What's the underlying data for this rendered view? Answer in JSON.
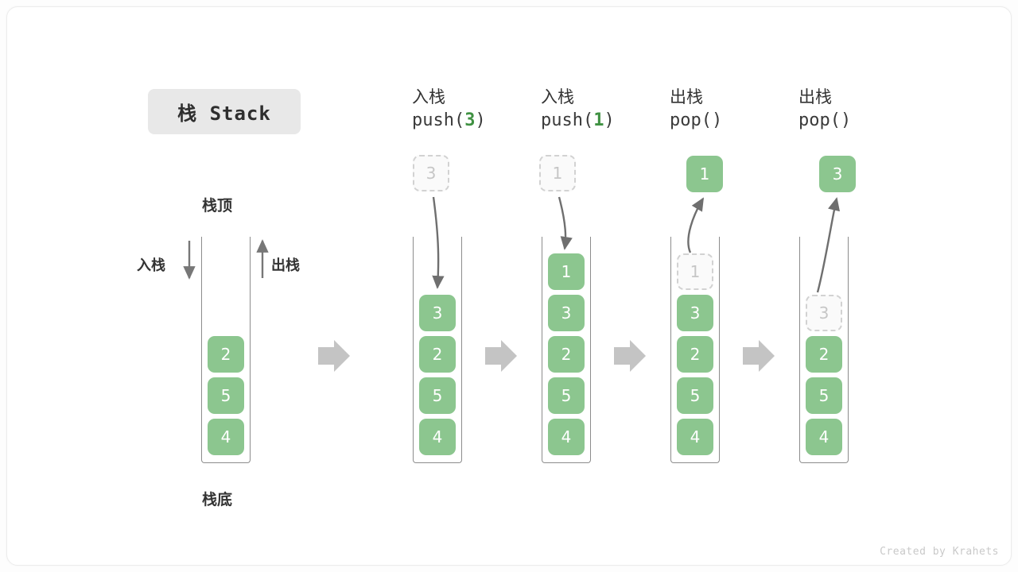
{
  "title_badge": "栈 Stack",
  "labels": {
    "top": "栈顶",
    "bottom": "栈底",
    "push_side": "入栈",
    "pop_side": "出栈"
  },
  "credit": "Created by Krahets",
  "colors": {
    "item_green": "#8cc68f",
    "accent_green": "#3f9142",
    "ghost_border": "#d2d2d2",
    "ghost_text": "#c6c6c6",
    "arrow_gray": "#6f6f6f",
    "flow_arrow_gray": "#c4c4c4",
    "wall_gray": "#8c8c8c",
    "badge_bg": "#e8e8e8"
  },
  "columns": [
    {
      "id": "initial",
      "header_zh": "",
      "header_code": "",
      "header_arg": "",
      "items": [
        "2",
        "5",
        "4"
      ],
      "ghost_index": -1,
      "float_box": null,
      "float_kind": "none"
    },
    {
      "id": "push-3",
      "header_zh": "入栈",
      "header_code_prefix": "push(",
      "header_arg": "3",
      "header_code_suffix": ")",
      "items": [
        "3",
        "2",
        "5",
        "4"
      ],
      "ghost_index": -1,
      "float_box": "3",
      "float_kind": "ghost"
    },
    {
      "id": "push-1",
      "header_zh": "入栈",
      "header_code_prefix": "push(",
      "header_arg": "1",
      "header_code_suffix": ")",
      "items": [
        "1",
        "3",
        "2",
        "5",
        "4"
      ],
      "ghost_index": -1,
      "float_box": "1",
      "float_kind": "ghost"
    },
    {
      "id": "pop-1",
      "header_zh": "出栈",
      "header_code_prefix": "pop(",
      "header_arg": "",
      "header_code_suffix": ")",
      "items": [
        "1",
        "3",
        "2",
        "5",
        "4"
      ],
      "ghost_index": 0,
      "float_box": "1",
      "float_kind": "solid"
    },
    {
      "id": "pop-3",
      "header_zh": "出栈",
      "header_code_prefix": "pop(",
      "header_arg": "",
      "header_code_suffix": ")",
      "items": [
        "3",
        "2",
        "5",
        "4"
      ],
      "ghost_index": 0,
      "float_box": "3",
      "float_kind": "solid"
    }
  ]
}
